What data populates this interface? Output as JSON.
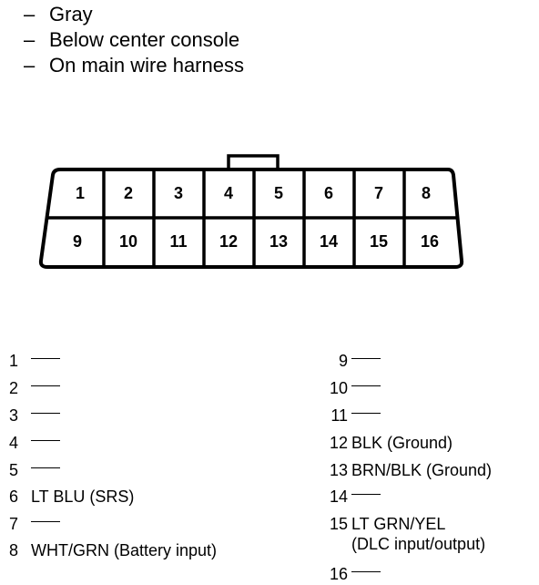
{
  "notes": [
    "Gray",
    "Below center console",
    "On main wire harness"
  ],
  "connector": {
    "row1": [
      "1",
      "2",
      "3",
      "4",
      "5",
      "6",
      "7",
      "8"
    ],
    "row2": [
      "9",
      "10",
      "11",
      "12",
      "13",
      "14",
      "15",
      "16"
    ]
  },
  "pins_left": [
    {
      "num": "1",
      "text": ""
    },
    {
      "num": "2",
      "text": ""
    },
    {
      "num": "3",
      "text": ""
    },
    {
      "num": "4",
      "text": ""
    },
    {
      "num": "5",
      "text": ""
    },
    {
      "num": "6",
      "text": "LT BLU (SRS)"
    },
    {
      "num": "7",
      "text": ""
    },
    {
      "num": "8",
      "text": "WHT/GRN (Battery input)"
    }
  ],
  "pins_right": [
    {
      "num": "9",
      "text": ""
    },
    {
      "num": "10",
      "text": ""
    },
    {
      "num": "11",
      "text": ""
    },
    {
      "num": "12",
      "text": "BLK (Ground)"
    },
    {
      "num": "13",
      "text": "BRN/BLK (Ground)"
    },
    {
      "num": "14",
      "text": ""
    },
    {
      "num": "15",
      "text": "LT GRN/YEL",
      "text2": "(DLC input/output)"
    },
    {
      "num": "16",
      "text": ""
    }
  ]
}
